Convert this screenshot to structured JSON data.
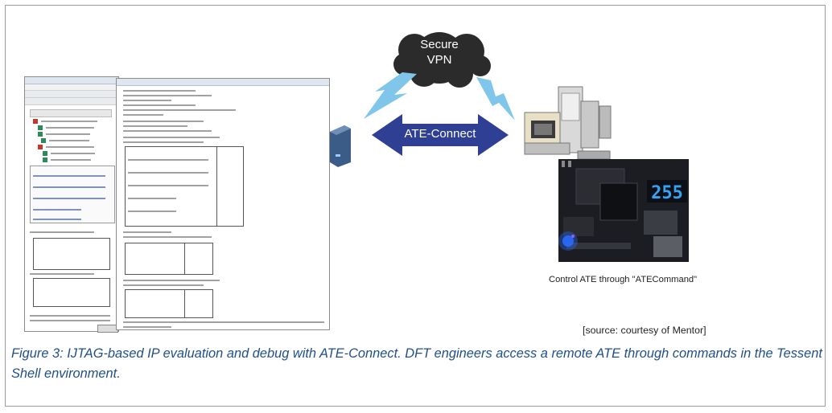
{
  "figure": {
    "caption": "Figure 3: IJTAG-based IP evaluation and debug with ATE-Connect. DFT engineers access a remote ATE through commands in the Tessent Shell environment.",
    "source": "[source: courtesy of Mentor]",
    "control_label": "Control ATE through \"ATECommand\"",
    "cloud_label_line1": "Secure",
    "cloud_label_line2": "VPN",
    "arrow_label": "ATE-Connect",
    "display_value": "255"
  },
  "colors": {
    "caption": "#1f4f8a",
    "cloud": "#2b2b2b",
    "arrow": "#2f3f93",
    "lightning": "#7fc6ea",
    "display": "#35a4f4",
    "board": "#1b1d22"
  }
}
